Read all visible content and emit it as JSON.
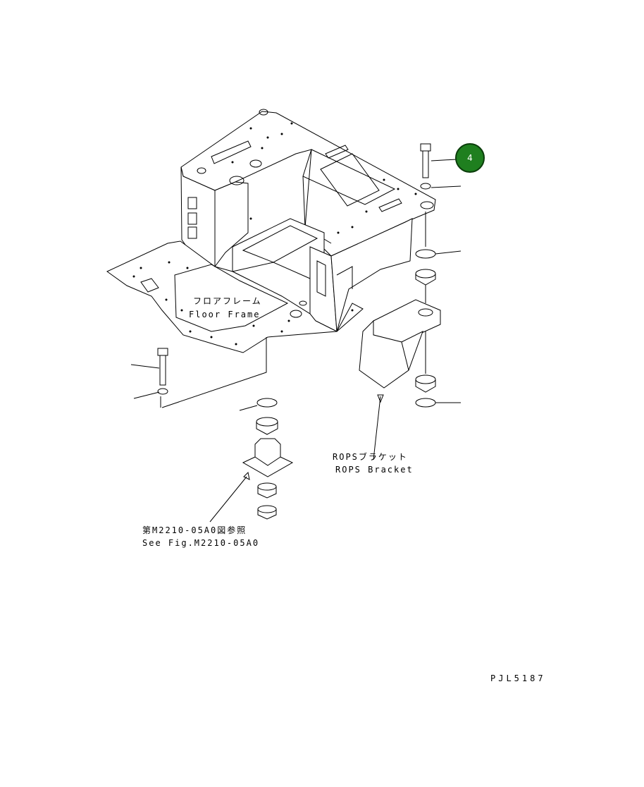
{
  "callout": {
    "number": "4",
    "color": "#1f7f1f"
  },
  "labels": {
    "floor_frame_jp": "フロアフレーム",
    "floor_frame_en": "Floor Frame",
    "rops_jp": "ROPSブラケット",
    "rops_en": "ROPS Bracket",
    "ref_jp": "第M2210-05A0図参照",
    "ref_en": "See Fig.M2210-05A0",
    "drawing_no": "PJL5187"
  }
}
